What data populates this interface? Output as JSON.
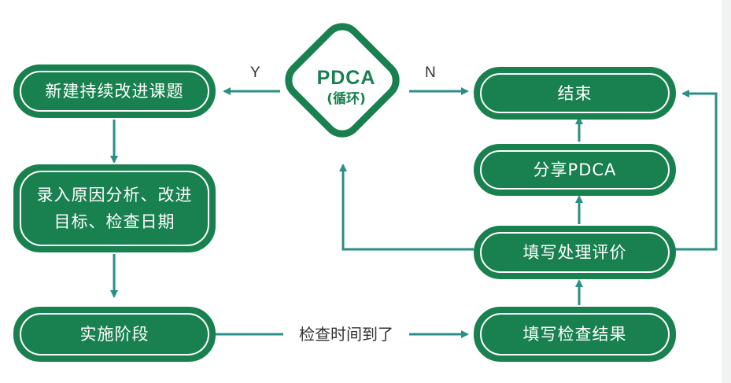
{
  "decision": {
    "title": "PDCA",
    "subtitle": "(循环)"
  },
  "branch_labels": {
    "yes": "Y",
    "no": "N"
  },
  "nodes": {
    "new_topic": "新建持续改进课题",
    "record_line1": "录入原因分析、改进",
    "record_line2": "目标、检查日期",
    "implement": "实施阶段",
    "end": "结束",
    "share": "分享PDCA",
    "fill_evaluation": "填写处理评价",
    "fill_result": "填写检查结果"
  },
  "edge_labels": {
    "time_up": "检查时间到了"
  },
  "colors": {
    "primary": "#19804f",
    "arrow": "#2a8f86",
    "text_dark": "#333333"
  }
}
